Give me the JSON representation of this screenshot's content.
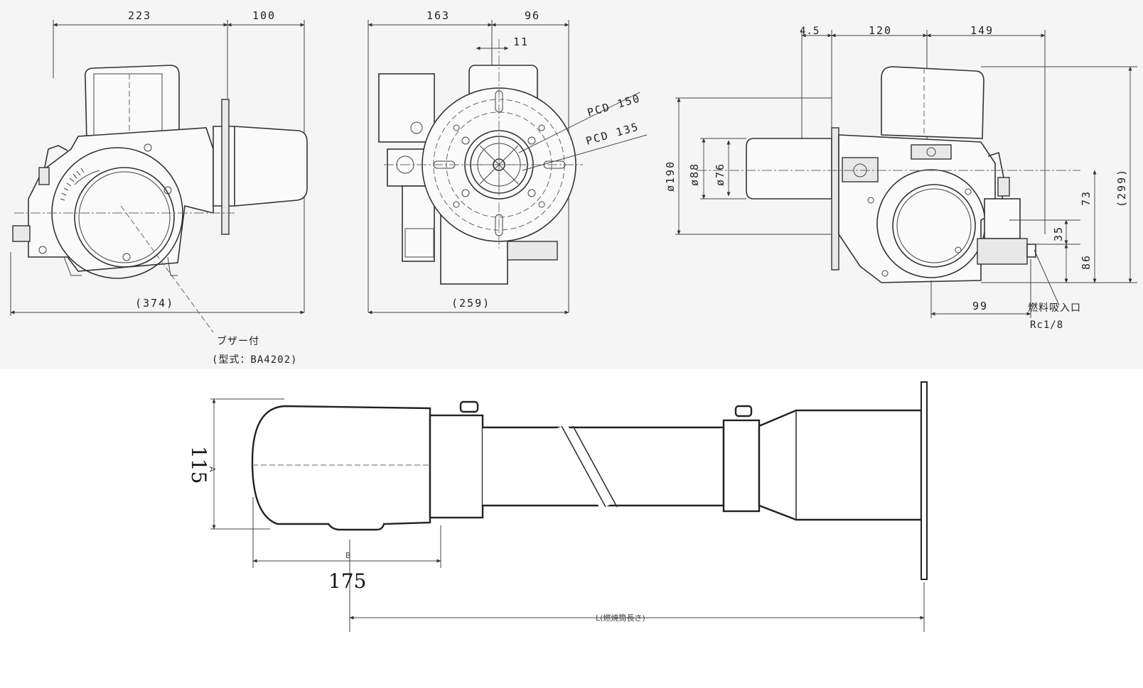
{
  "top_views": {
    "side_left": {
      "dim_top_left": "223",
      "dim_top_right": "100",
      "dim_bottom": "(374)",
      "note_line1": "ブザー付",
      "note_line2": "(型式：BA4202)"
    },
    "front": {
      "dim_top_left": "163",
      "dim_top_right": "96",
      "dim_small": "11",
      "pcd_outer": "PCD 150",
      "pcd_inner": "PCD 135",
      "dim_bottom": "(259)"
    },
    "side_right": {
      "dim_top_a": "4.5",
      "dim_top_b": "120",
      "dim_top_c": "149",
      "dia_190": "ø190",
      "dia_88": "ø88",
      "dia_76": "ø76",
      "dim_right_total": "(299)",
      "dim_73": "73",
      "dim_35": "35",
      "dim_86": "86",
      "dim_99": "99",
      "fuel_inlet": "燃料吸入口",
      "fuel_thread": "Rc1/8"
    }
  },
  "bottom_view": {
    "dim_a_letter": "A",
    "dim_a_value": "115",
    "dim_b_letter": "B",
    "dim_b_value": "175",
    "dim_length_label": "L(燃焼筒長さ)"
  }
}
